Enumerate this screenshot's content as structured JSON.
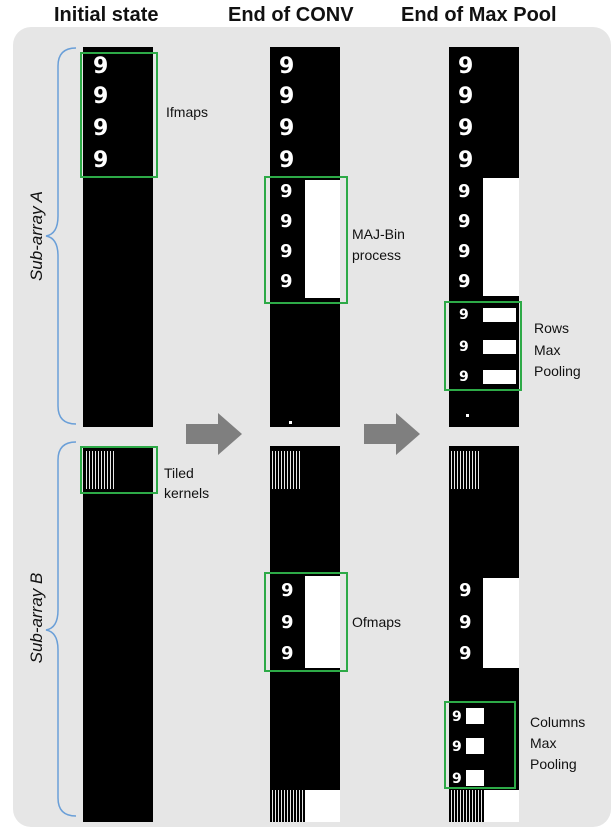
{
  "headers": {
    "initial": "Initial state",
    "conv": "End of CONV",
    "maxpool": "End of Max Pool"
  },
  "sides": {
    "a": "Sub-array A",
    "b": "Sub-array B"
  },
  "labels": {
    "ifmaps": "Ifmaps",
    "maj_line1": "MAJ-Bin",
    "maj_line2": "process",
    "tiled_line1": "Tiled",
    "tiled_line2": "kernels",
    "ofmaps": "Ofmaps",
    "rows_line1": "Rows",
    "rows_line2": "Max",
    "rows_line3": "Pooling",
    "cols_line1": "Columns",
    "cols_line2": "Max",
    "cols_line3": "Pooling"
  },
  "glyphs": {
    "nine": "9"
  },
  "colors": {
    "highlight_box": "#2daa47",
    "bracket": "#6a9fd8",
    "arrow": "#7f7f7f",
    "panel": "#e6e6e6"
  }
}
